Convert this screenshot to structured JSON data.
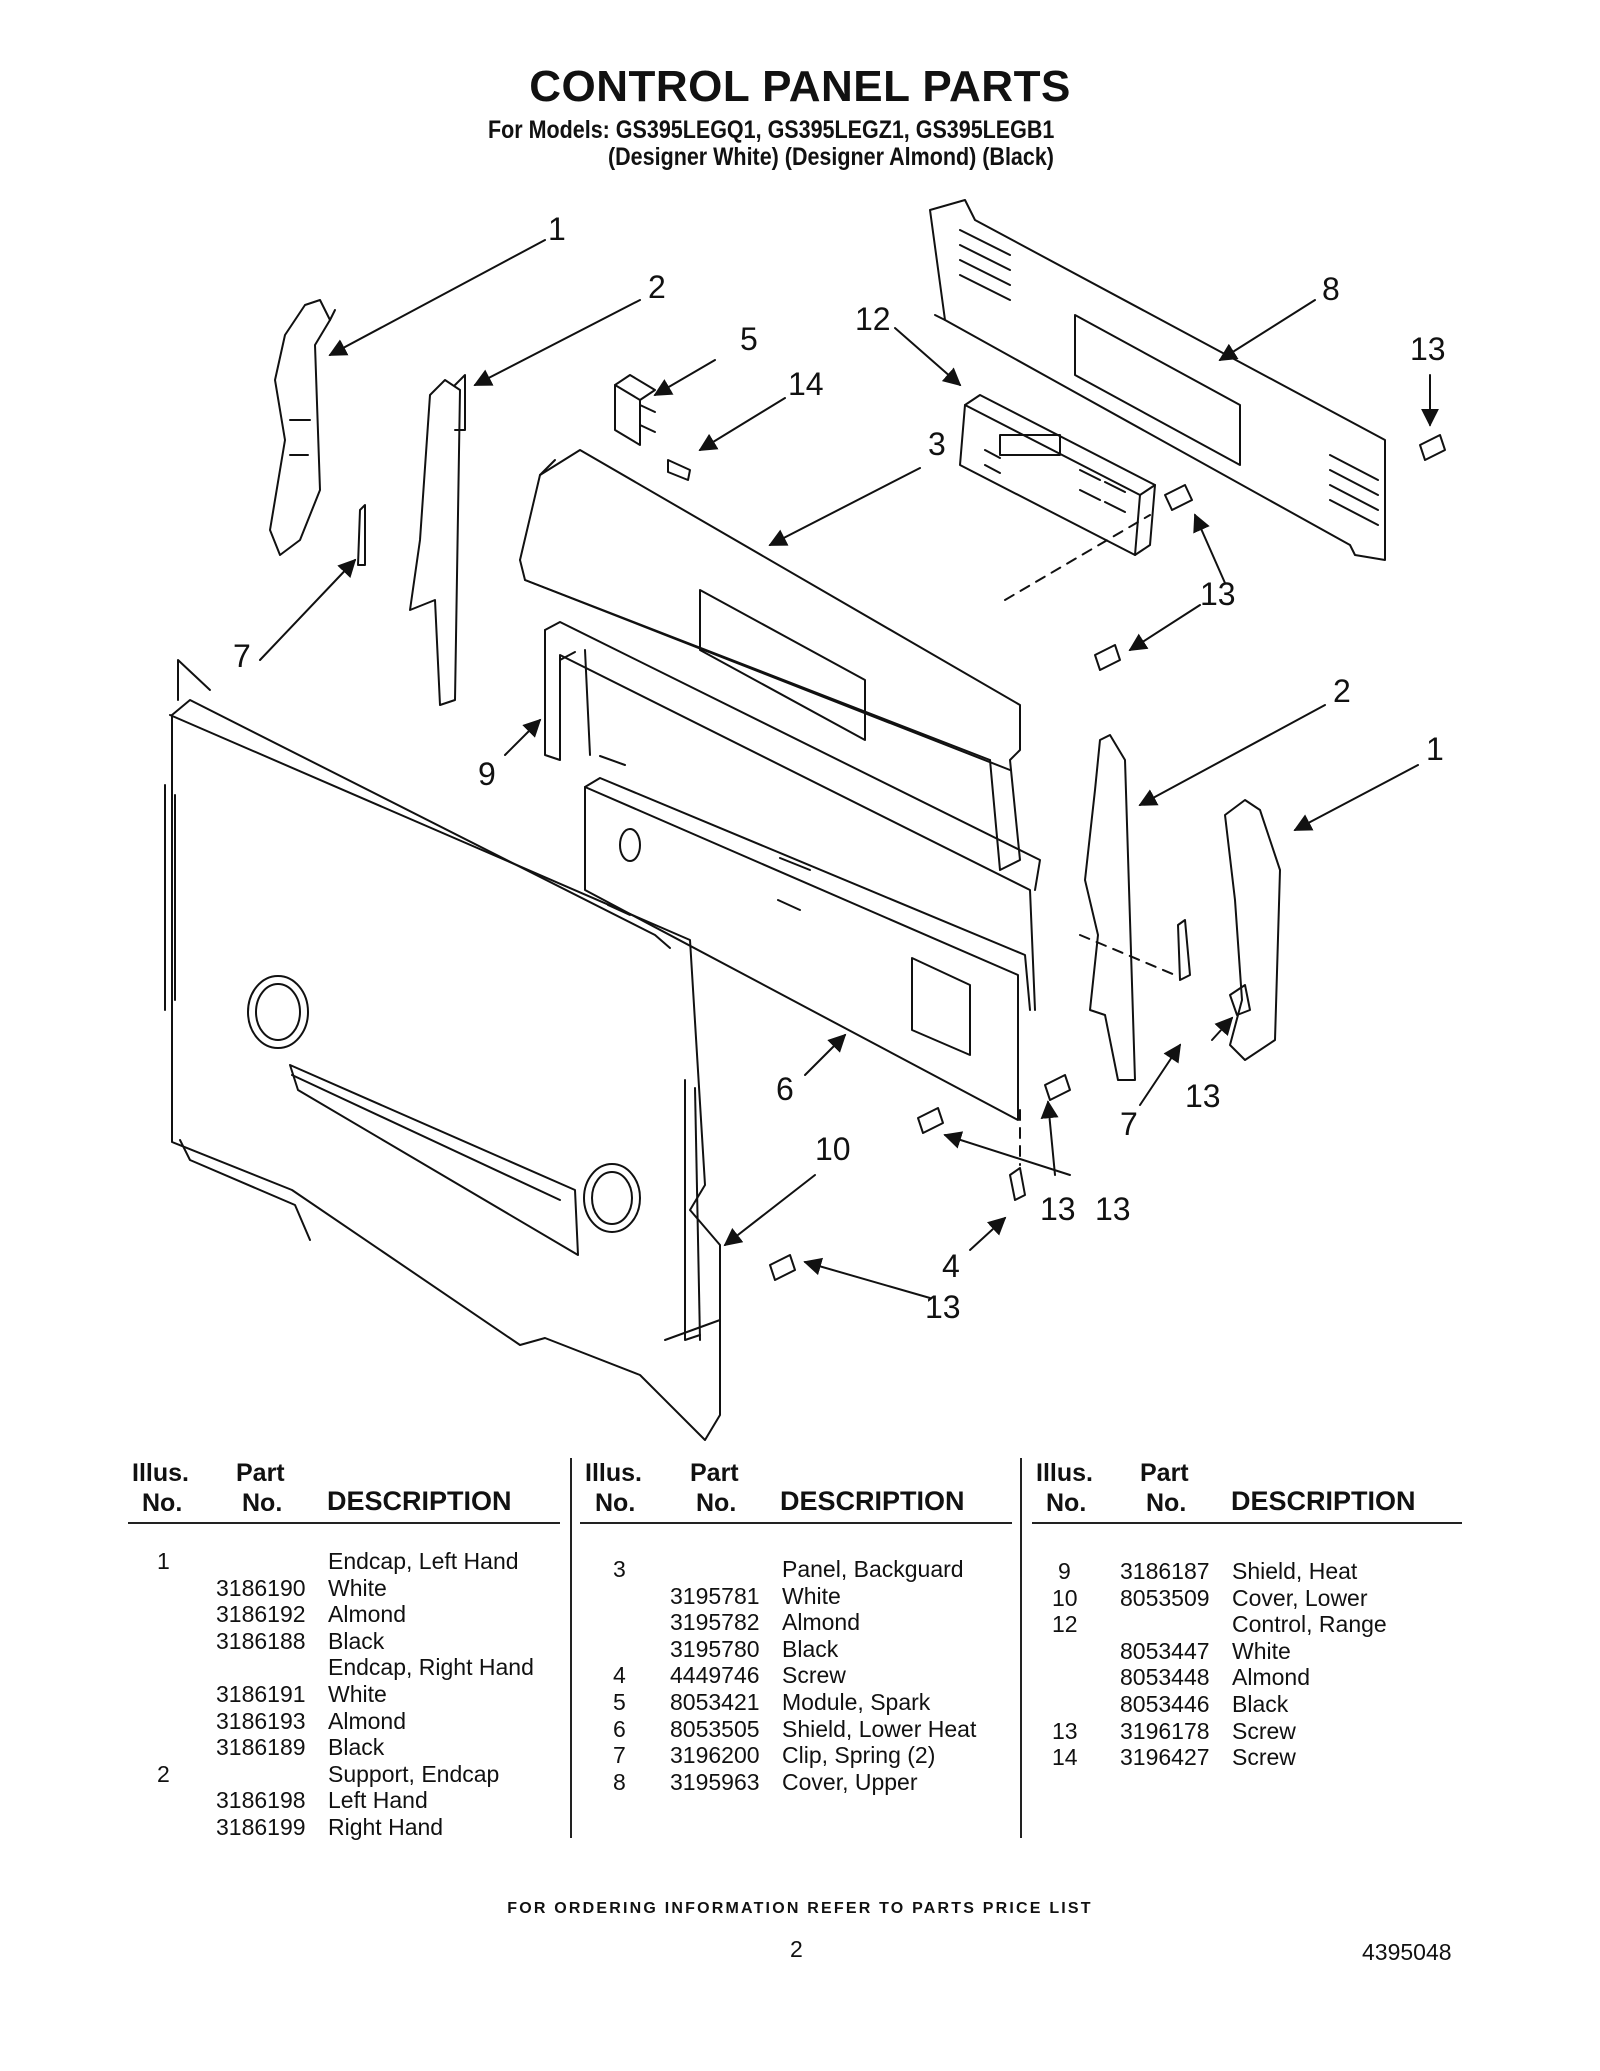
{
  "header": {
    "title": "CONTROL PANEL PARTS",
    "models_line": "For Models: GS395LEGQ1, GS395LEGZ1, GS395LEGB1",
    "colors_line": "(Designer White)  (Designer Almond)  (Black)"
  },
  "diagram": {
    "callouts": [
      "1",
      "2",
      "5",
      "14",
      "12",
      "8",
      "13",
      "3",
      "13",
      "7",
      "9",
      "2",
      "1",
      "13",
      "6",
      "10",
      "7",
      "13",
      "13",
      "4",
      "13"
    ]
  },
  "table": {
    "headers": {
      "illus_1": "Illus.",
      "illus_2": "No.",
      "part_1": "Part",
      "part_2": "No.",
      "description": "DESCRIPTION"
    },
    "columns": [
      {
        "rows": [
          {
            "illus": "1",
            "part": "",
            "desc": "Endcap, Left Hand"
          },
          {
            "illus": "",
            "part": "3186190",
            "desc": "White"
          },
          {
            "illus": "",
            "part": "3186192",
            "desc": "Almond"
          },
          {
            "illus": "",
            "part": "3186188",
            "desc": "Black"
          },
          {
            "illus": "",
            "part": "",
            "desc": "Endcap, Right Hand"
          },
          {
            "illus": "",
            "part": "3186191",
            "desc": "White"
          },
          {
            "illus": "",
            "part": "3186193",
            "desc": "Almond"
          },
          {
            "illus": "",
            "part": "3186189",
            "desc": "Black"
          },
          {
            "illus": "2",
            "part": "",
            "desc": "Support, Endcap"
          },
          {
            "illus": "",
            "part": "3186198",
            "desc": "Left Hand"
          },
          {
            "illus": "",
            "part": "3186199",
            "desc": "Right Hand"
          }
        ]
      },
      {
        "rows": [
          {
            "illus": "3",
            "part": "",
            "desc": "Panel, Backguard"
          },
          {
            "illus": "",
            "part": "3195781",
            "desc": "White"
          },
          {
            "illus": "",
            "part": "3195782",
            "desc": "Almond"
          },
          {
            "illus": "",
            "part": "3195780",
            "desc": "Black"
          },
          {
            "illus": "4",
            "part": "4449746",
            "desc": "Screw"
          },
          {
            "illus": "5",
            "part": "8053421",
            "desc": "Module, Spark"
          },
          {
            "illus": "6",
            "part": "8053505",
            "desc": "Shield, Lower Heat"
          },
          {
            "illus": "7",
            "part": "3196200",
            "desc": "Clip, Spring (2)"
          },
          {
            "illus": "8",
            "part": "3195963",
            "desc": "Cover, Upper"
          }
        ]
      },
      {
        "rows": [
          {
            "illus": "9",
            "part": "3186187",
            "desc": "Shield, Heat"
          },
          {
            "illus": "10",
            "part": "8053509",
            "desc": "Cover, Lower"
          },
          {
            "illus": "12",
            "part": "",
            "desc": "Control, Range"
          },
          {
            "illus": "",
            "part": "8053447",
            "desc": "White"
          },
          {
            "illus": "",
            "part": "8053448",
            "desc": "Almond"
          },
          {
            "illus": "",
            "part": "8053446",
            "desc": "Black"
          },
          {
            "illus": "13",
            "part": "3196178",
            "desc": "Screw"
          },
          {
            "illus": "14",
            "part": "3196427",
            "desc": "Screw"
          }
        ]
      }
    ]
  },
  "footer": {
    "ordering_note": "FOR ORDERING INFORMATION REFER TO PARTS PRICE LIST",
    "page_number": "2",
    "document_number": "4395048"
  }
}
